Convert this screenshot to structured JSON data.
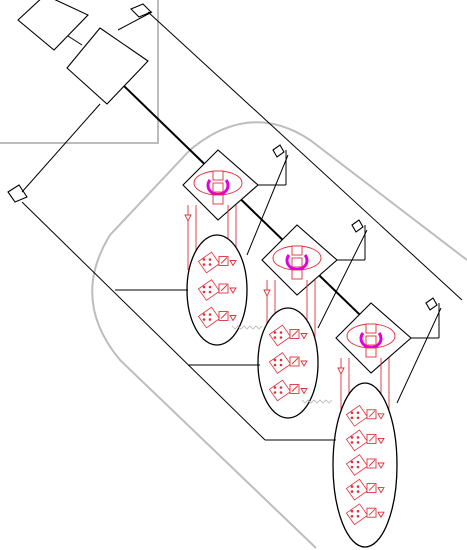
{
  "diagram": {
    "colors": {
      "lines": "#000000",
      "frame": "#bdbdbd",
      "sub_elements": "#e0303a",
      "feedback_arc": "#e000e0",
      "background": "#ffffff"
    },
    "stages": [
      {
        "cell_count": 3
      },
      {
        "cell_count": 3
      },
      {
        "cell_count": 5
      }
    ]
  }
}
